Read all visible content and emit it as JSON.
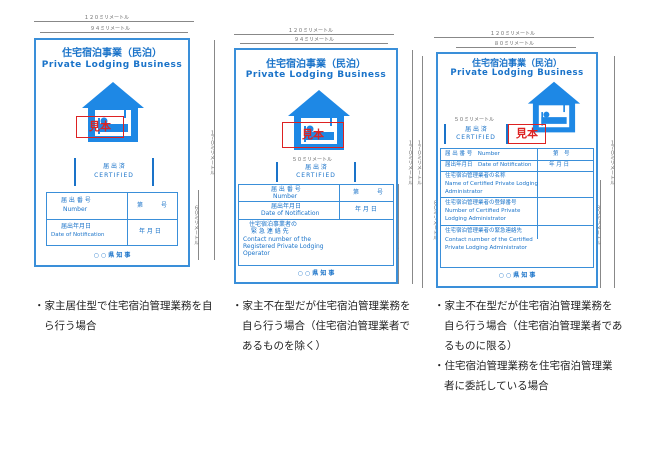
{
  "dims": {
    "w120": "１２０ミリメートル",
    "w94": "９４ミリメートル",
    "w94b": "９４ミリメートル",
    "w80": "８０ミリメートル",
    "w50": "５０ミリメートル",
    "h60": "６０ミリメートル",
    "h170": "１７０ミリメートル",
    "h80": "８０ミリメートル"
  },
  "sign1": {
    "title_jp": "住宅宿泊事業（民泊）",
    "title_en": "Private Lodging Business",
    "sample": "見本",
    "cert_jp": "届 出 済",
    "cert_en": "CERTIFIED",
    "row1_label_jp": "届 出 番 号",
    "row1_label_en": "Number",
    "row1_value": "第　　　号",
    "row2_label_jp": "届出年月日",
    "row2_label_en": "Date of Notification",
    "row2_value": "年 月 日",
    "footer": "○ ○ 県 知 事"
  },
  "sign2": {
    "title_jp": "住宅宿泊事業（民泊）",
    "title_en": "Private Lodging Business",
    "sample": "見本",
    "cert_jp": "届 出 済",
    "cert_en": "CERTIFIED",
    "row1_label_jp": "届 出 番 号",
    "row1_label_en": "Number",
    "row1_value": "第　　　号",
    "row2_label_jp": "届出年月日",
    "row2_label_en": "Date of Notification",
    "row2_value": "年 月 日",
    "row3_label_jp1": "住宅宿泊事業者の",
    "row3_label_jp2": "緊 急 連 絡 先",
    "row3_label_en1": "Contact number of the",
    "row3_label_en2": "Registered Private Lodging",
    "row3_label_en3": "Operator",
    "footer": "○ ○ 県 知 事"
  },
  "sign3": {
    "title_jp": "住宅宿泊事業（民泊）",
    "title_en": "Private Lodging Business",
    "sample": "見本",
    "cert_jp": "届 出 済",
    "cert_en": "CERTIFIED",
    "row1_label": "届 出 番 号　Number",
    "row1_value": "第　号",
    "row2_label": "届出年月日　Date of Notification",
    "row2_value": "年 月 日",
    "row3_l1": "住宅宿泊管理業者の名称",
    "row3_l2": "Name of Certified Private Lodging",
    "row3_l3": "Administrator",
    "row4_l1": "住宅宿泊管理業者の登録番号",
    "row4_l2": "Number of Certified Private",
    "row4_l3": "Lodging Administrator",
    "row5_l1": "住宅宿泊管理業者の緊急連絡先",
    "row5_l2": "Contact number of the Certified",
    "row5_l3": "Private Lodging Administrator",
    "footer": "○ ○ 県 知 事"
  },
  "captions": {
    "c1_l1": "・家主居住型で住宅宿泊管理業務を自",
    "c1_l2": "ら行う場合",
    "c2_l1": "・家主不在型だが住宅宿泊管理業務を",
    "c2_l2": "自ら行う場合（住宅宿泊管理業者で",
    "c2_l3": "あるものを除く）",
    "c3_l1": "・家主不在型だが住宅宿泊管理業務を",
    "c3_l2": "自ら行う場合（住宅宿泊管理業者であ",
    "c3_l3": "るものに限る）",
    "c3_l4": "・住宅宿泊管理業務を住宅宿泊管理業",
    "c3_l5": "者に委託している場合"
  }
}
